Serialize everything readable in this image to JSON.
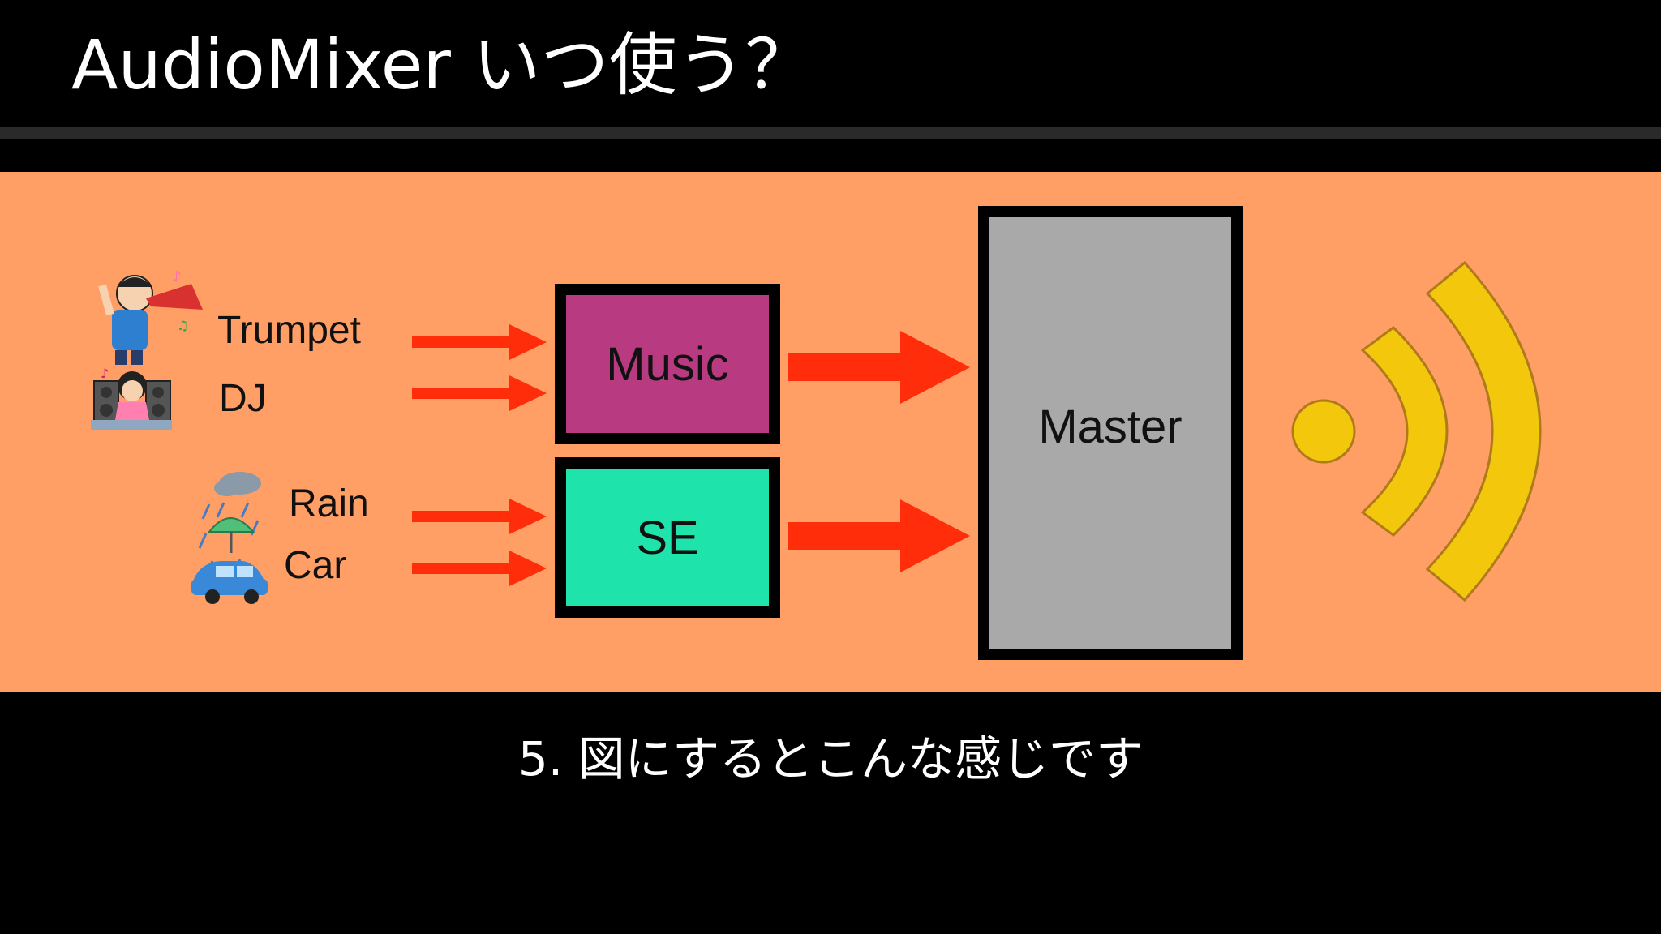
{
  "title": "AudioMixer いつ使う？",
  "caption": "5. 図にするとこんな感じです",
  "colors": {
    "panel": "#ff9f66",
    "arrow": "#ff2d0a",
    "music_box": "#b83a80",
    "se_box": "#1ee3ab",
    "master_box": "#a9a9a9",
    "speaker_waves": "#f3c80c"
  },
  "sources": {
    "trumpet": "Trumpet",
    "dj": "DJ",
    "rain": "Rain",
    "car": "Car"
  },
  "groups": {
    "music": "Music",
    "se": "SE"
  },
  "master": "Master",
  "icons": [
    "trumpet-player-icon",
    "dj-icon",
    "rain-umbrella-icon",
    "car-icon",
    "speaker-waves-icon"
  ]
}
